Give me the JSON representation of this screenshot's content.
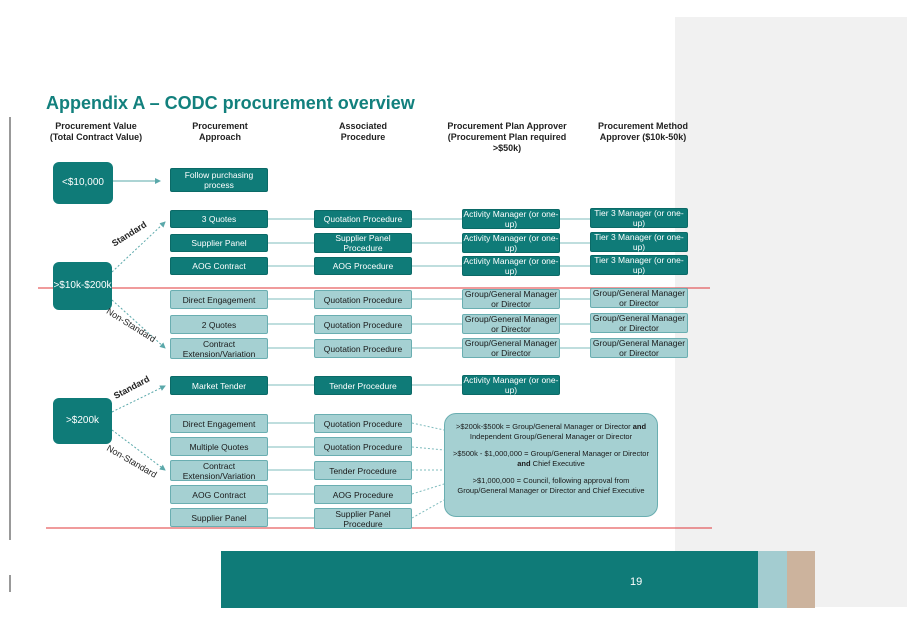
{
  "title": "Appendix A – CODC procurement overview",
  "headers": {
    "value": "Procurement Value (Total Contract Value)",
    "approach": "Procurement Approach",
    "procedure": "Associated Procedure",
    "plan_approver": "Procurement Plan Approver (Procurement Plan required >$50k)",
    "method_approver": "Procurement Method Approver ($10k-50k)"
  },
  "values": {
    "v1": "<$10,000",
    "v2": ">$10k-$200k",
    "v3": ">$200k"
  },
  "branch_labels": {
    "standard_1": "Standard",
    "nonstandard_1": "Non-Standard",
    "standard_2": "Standard",
    "nonstandard_2": "Non-Standard"
  },
  "approaches": {
    "a0": "Follow purchasing process",
    "a1": "3 Quotes",
    "a2": "Supplier Panel",
    "a3": "AOG Contract",
    "a4": "Direct Engagement",
    "a5": "2 Quotes",
    "a6": "Contract Extension/Variation",
    "a7": "Market Tender",
    "a8": "Direct Engagement",
    "a9": "Multiple Quotes",
    "a10": "Contract Extension/Variation",
    "a11": "AOG Contract",
    "a12": "Supplier Panel"
  },
  "procedures": {
    "p1": "Quotation Procedure",
    "p2": "Supplier Panel Procedure",
    "p3": "AOG Procedure",
    "p4": "Quotation Procedure",
    "p5": "Quotation Procedure",
    "p6": "Quotation Procedure",
    "p7": "Tender Procedure",
    "p8": "Quotation Procedure",
    "p9": "Quotation Procedure",
    "p10": "Tender Procedure",
    "p11": "AOG Procedure",
    "p12": "Supplier Panel Procedure"
  },
  "plan_approvers": {
    "r1": "Activity Manager (or one-up)",
    "r2": "Activity Manager (or one-up)",
    "r3": "Activity Manager (or one-up)",
    "r4": "Group/General Manager or Director",
    "r5": "Group/General Manager or Director",
    "r6": "Group/General Manager or Director",
    "r7": "Activity Manager (or one-up)"
  },
  "method_approvers": {
    "m1": "Tier 3 Manager (or one-up)",
    "m2": "Tier 3 Manager (or one-up)",
    "m3": "Tier 3 Manager (or one-up)",
    "m4": "Group/General Manager or Director",
    "m5": "Group/General Manager or Director",
    "m6": "Group/General Manager or Director"
  },
  "note": {
    "l1a": ">$200k-$500k = Group/General Manager or Director ",
    "l1b": "and",
    "l1c": " Independent Group/General Manager or Director",
    "l2a": ">$500k - $1,000,000 = Group/General Manager or Director ",
    "l2b": "and",
    "l2c": " Chief Executive",
    "l3": ">$1,000,000 = Council, following approval from Group/General Manager or Director and Chief Executive"
  },
  "page_number": "19",
  "colors": {
    "dark_teal": "#0f7b78",
    "light_teal": "#a5d0d2",
    "title_teal": "#12807d",
    "red_rule": "#e0373a",
    "tan": "#ccb39d"
  }
}
